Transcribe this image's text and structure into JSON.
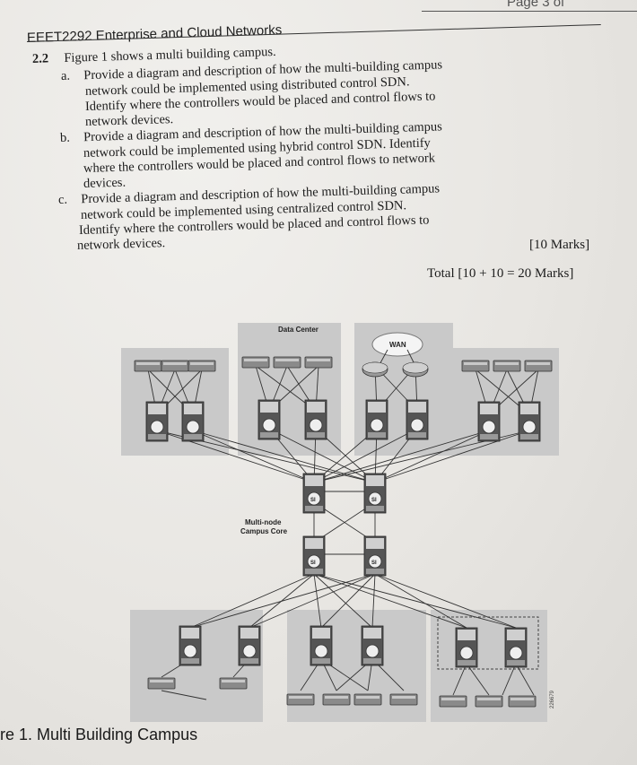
{
  "page": {
    "label": "Page 3 of"
  },
  "course_title": "EEET2292 Enterprise and Cloud Networks",
  "question": {
    "number": "2.2",
    "intro": "Figure 1 shows a multi building campus.",
    "part_a": {
      "letter": "a.",
      "lines": [
        "Provide a diagram and description of how the multi-building campus",
        "network could be implemented using distributed control SDN.",
        "Identify where the controllers would be placed and control flows to",
        "network devices."
      ]
    },
    "part_b": {
      "letter": "b.",
      "lines": [
        "Provide a diagram and description of how the multi-building campus",
        "network could be implemented using hybrid control SDN. Identify",
        "where the controllers would be placed and control flows to network",
        "devices."
      ]
    },
    "part_c": {
      "letter": "c.",
      "lines": [
        "Provide a diagram and description of how the multi-building campus",
        "network could be implemented using centralized control SDN.",
        "Identify where the controllers would be placed and control flows to",
        "network devices."
      ]
    },
    "marks": "[10 Marks]",
    "total": "Total [10 + 10 = 20 Marks]"
  },
  "figure": {
    "data_center_label": "Data Center",
    "wan_label": "WAN",
    "core_label_line1": "Multi-node",
    "core_label_line2": "Campus Core",
    "device_badge": "SI",
    "side_code": "226679",
    "caption": "re 1. Multi Building Campus"
  }
}
